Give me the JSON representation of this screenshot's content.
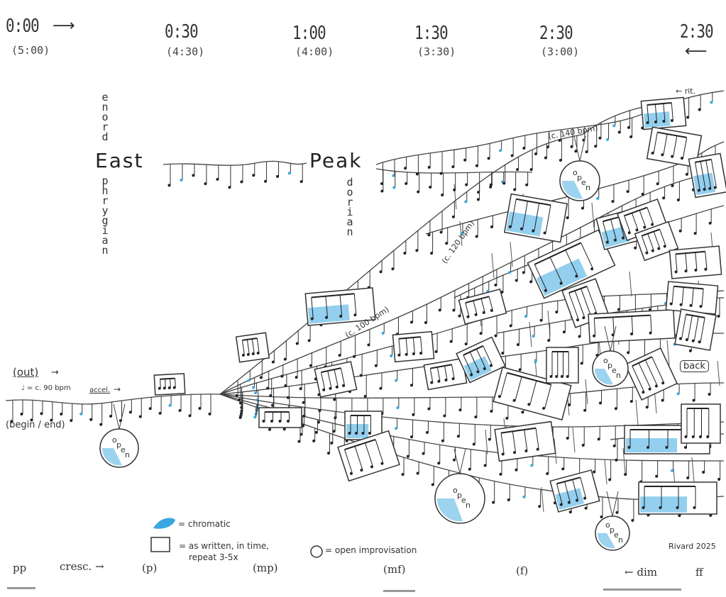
{
  "timeline": {
    "marks": [
      {
        "time": "0:00",
        "alt": "(5:00)"
      },
      {
        "time": "0:30",
        "alt": "(4:30)"
      },
      {
        "time": "1:00",
        "alt": "(4:00)"
      },
      {
        "time": "1:30",
        "alt": "(3:30)"
      },
      {
        "time": "2:30",
        "alt": "(3:00)"
      }
    ],
    "end_time": "2:30",
    "right_arrow": "⟶",
    "left_arrow": "⟵"
  },
  "title": {
    "east": "East",
    "peak": "Peak",
    "east_above": "enord",
    "east_below": "phrygian",
    "peak_below": "dorian"
  },
  "annotations": {
    "out": "(out)",
    "out_arrow": "→",
    "tempo_start": "♩ = c. 90 bpm",
    "accel": "accel.",
    "accel_arrow": "→",
    "begin_end": "(begin / end)",
    "tempo_100": "(c. 100 bpm)",
    "tempo_120": "(c. 120 bpm)",
    "tempo_140": "(c. 140 bpm)",
    "rit": "← rit.",
    "back": "back",
    "circle_letters": [
      "o",
      "p",
      "e",
      "n"
    ]
  },
  "legend": {
    "chromatic": "= chromatic",
    "box_line1": "= as written, in time,",
    "box_line2": "repeat 3-5x",
    "circle": "= open improvisation",
    "chromatic_color": "#3aa8e0"
  },
  "dynamics": [
    "pp",
    "cresc. →",
    "(p)",
    "(mp)",
    "(mf)",
    "(f)",
    "← dim",
    "ff"
  ],
  "signature": {
    "name": "Rivard",
    "year": "2025"
  }
}
